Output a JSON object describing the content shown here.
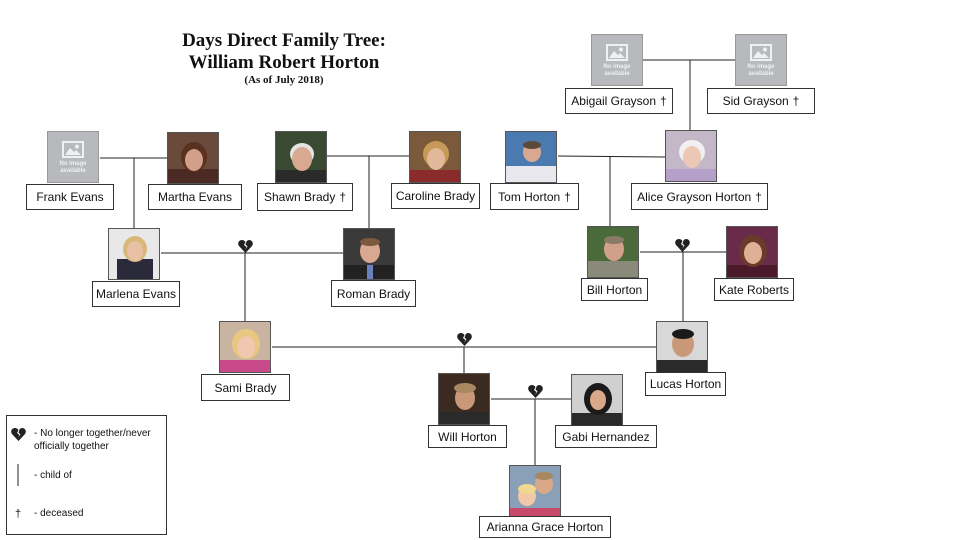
{
  "title": {
    "line1": "Days Direct Family Tree:",
    "line2": "William Robert Horton",
    "subtitle": "(As of July 2018)"
  },
  "placeholder_text": {
    "line1": "No image",
    "line2": "available"
  },
  "people": {
    "abigail": {
      "name": "Abigail Grayson",
      "deceased": true
    },
    "sid": {
      "name": "Sid Grayson",
      "deceased": true
    },
    "frank": {
      "name": "Frank Evans",
      "deceased": false
    },
    "martha": {
      "name": "Martha Evans",
      "deceased": false
    },
    "shawn": {
      "name": "Shawn Brady",
      "deceased": true
    },
    "caroline": {
      "name": "Caroline Brady",
      "deceased": false
    },
    "tom": {
      "name": "Tom Horton",
      "deceased": true
    },
    "alice": {
      "name": "Alice Grayson Horton",
      "deceased": true
    },
    "marlena": {
      "name": "Marlena Evans",
      "deceased": false
    },
    "roman": {
      "name": "Roman Brady",
      "deceased": false
    },
    "bill": {
      "name": "Bill Horton",
      "deceased": false
    },
    "kate": {
      "name": "Kate Roberts",
      "deceased": false
    },
    "sami": {
      "name": "Sami Brady",
      "deceased": false
    },
    "lucas": {
      "name": "Lucas Horton",
      "deceased": false
    },
    "will": {
      "name": "Will Horton",
      "deceased": false
    },
    "gabi": {
      "name": "Gabi Hernandez",
      "deceased": false
    },
    "arianna": {
      "name": "Arianna Grace Horton",
      "deceased": false
    }
  },
  "dagger": "†",
  "legend": {
    "broken": "- No longer together/never officially together",
    "child": "- child of",
    "deceased_symbol": "†",
    "deceased": "- deceased"
  },
  "colors": {
    "line": "#222222",
    "placeholder_bg": "#b7b9bd",
    "heart": "#222222"
  }
}
